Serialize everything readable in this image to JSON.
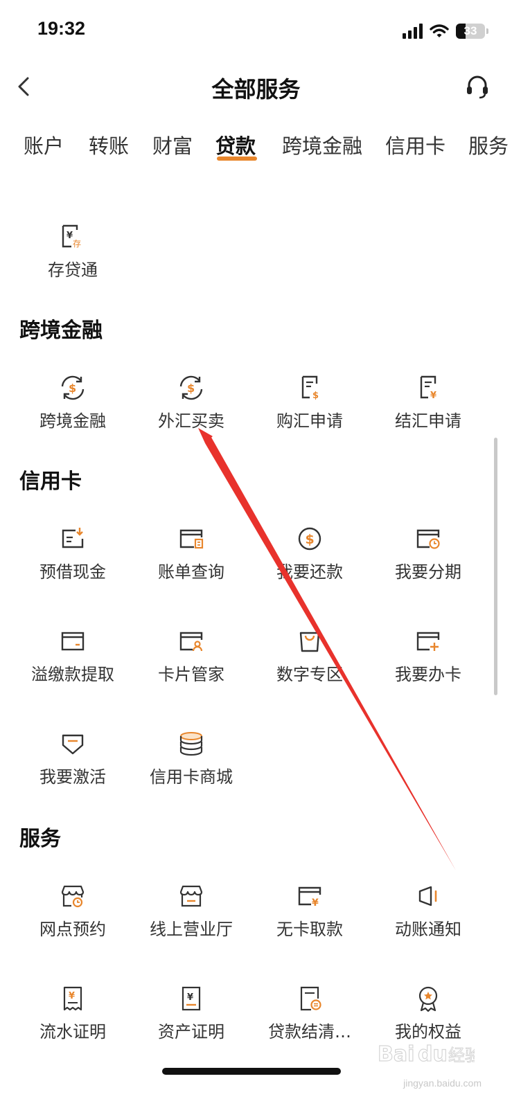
{
  "status_bar": {
    "time": "19:32",
    "battery": "33",
    "battery_level": 0.33
  },
  "header": {
    "title": "全部服务"
  },
  "tabs": [
    {
      "label": "账户",
      "active": false
    },
    {
      "label": "转账",
      "active": false
    },
    {
      "label": "财富",
      "active": false
    },
    {
      "label": "贷款",
      "active": true
    },
    {
      "label": "跨境金融",
      "active": false
    },
    {
      "label": "信用卡",
      "active": false
    },
    {
      "label": "服务",
      "active": false
    }
  ],
  "loan_section": {
    "items": [
      {
        "label": "存贷通",
        "icon": "deposit-loan-icon"
      }
    ]
  },
  "cross_border_section": {
    "title": "跨境金融",
    "items": [
      {
        "label": "跨境金融",
        "icon": "currency-exchange-icon"
      },
      {
        "label": "外汇买卖",
        "icon": "currency-exchange-icon"
      },
      {
        "label": "购汇申请",
        "icon": "dollar-document-icon"
      },
      {
        "label": "结汇申请",
        "icon": "yuan-document-icon"
      }
    ]
  },
  "credit_card_section": {
    "title": "信用卡",
    "items": [
      {
        "label": "预借现金",
        "icon": "cash-advance-icon"
      },
      {
        "label": "账单查询",
        "icon": "bill-card-icon"
      },
      {
        "label": "我要还款",
        "icon": "dollar-circle-icon"
      },
      {
        "label": "我要分期",
        "icon": "installment-card-icon"
      },
      {
        "label": "溢缴款提取",
        "icon": "card-withdraw-icon"
      },
      {
        "label": "卡片管家",
        "icon": "card-user-icon"
      },
      {
        "label": "数字专区",
        "icon": "shopping-bag-icon"
      },
      {
        "label": "我要办卡",
        "icon": "card-add-icon"
      },
      {
        "label": "我要激活",
        "icon": "activate-card-icon"
      },
      {
        "label": "信用卡商城",
        "icon": "coins-icon"
      }
    ]
  },
  "services_section": {
    "title": "服务",
    "items": [
      {
        "label": "网点预约",
        "icon": "branch-appointment-icon"
      },
      {
        "label": "线上营业厅",
        "icon": "online-store-icon"
      },
      {
        "label": "无卡取款",
        "icon": "cardless-withdraw-icon"
      },
      {
        "label": "动账通知",
        "icon": "speaker-icon"
      },
      {
        "label": "流水证明",
        "icon": "receipt-icon"
      },
      {
        "label": "资产证明",
        "icon": "asset-certificate-icon"
      },
      {
        "label": "贷款结清…",
        "icon": "loan-settlement-icon"
      },
      {
        "label": "我的权益",
        "icon": "badge-icon"
      }
    ]
  },
  "watermark": {
    "logo": "Baidu经验",
    "text": "jingyan.baidu.com"
  },
  "colors": {
    "accent": "#e8862c",
    "annotation_arrow": "#e8322c"
  }
}
